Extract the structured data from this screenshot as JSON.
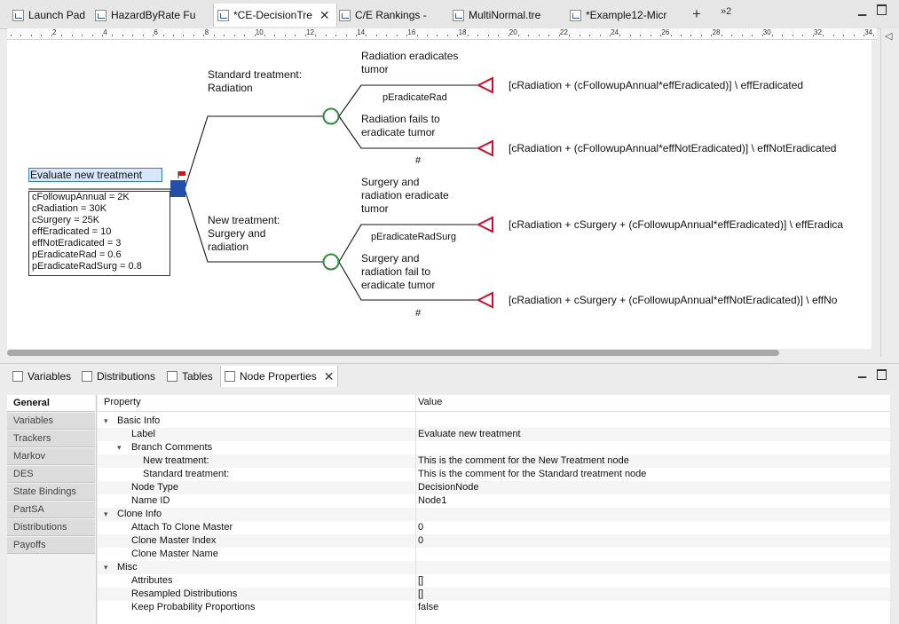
{
  "editor_tabs": [
    {
      "label": "Launch Pad"
    },
    {
      "label": "HazardByRate Fu"
    },
    {
      "label": "*CE-DecisionTre"
    },
    {
      "label": "C/E Rankings -"
    },
    {
      "label": "MultiNormal.tre"
    },
    {
      "label": "*Example12-Micr"
    }
  ],
  "overflow_count": "»2",
  "add_tab_symbol": "+",
  "ruler_numbers": [
    "2",
    "4",
    "6",
    "8",
    "10",
    "12",
    "14",
    "16",
    "18",
    "20",
    "22",
    "24",
    "26",
    "28",
    "30",
    "32",
    "34"
  ],
  "tree": {
    "root_label": "Evaluate new treatment",
    "variables": [
      "cFollowupAnnual = 2K",
      "cRadiation = 30K",
      "cSurgery = 25K",
      "effEradicated = 10",
      "effNotEradicated = 3",
      "pEradicateRad = 0.6",
      "pEradicateRadSurg = 0.8"
    ],
    "branches": [
      {
        "label_lines": [
          "Standard treatment:",
          "Radiation"
        ],
        "outcomes": [
          {
            "label_lines": [
              "Radiation eradicates",
              "tumor"
            ],
            "prob": "pEradicateRad",
            "payoff": "[cRadiation + (cFollowupAnnual*effEradicated)] \\ effEradicated"
          },
          {
            "label_lines": [
              "Radiation fails to",
              "eradicate tumor"
            ],
            "prob": "#",
            "payoff": "[cRadiation + (cFollowupAnnual*effNotEradicated)] \\ effNotEradicated"
          }
        ]
      },
      {
        "label_lines": [
          "New treatment:",
          "Surgery and",
          "radiation"
        ],
        "outcomes": [
          {
            "label_lines": [
              "Surgery and",
              "radiation eradicate",
              "tumor"
            ],
            "prob": "pEradicateRadSurg",
            "payoff": "[cRadiation + cSurgery + (cFollowupAnnual*effEradicated)] \\ effEradica"
          },
          {
            "label_lines": [
              "Surgery and",
              "radiation fail to",
              "eradicate tumor"
            ],
            "prob": "#",
            "payoff": "[cRadiation + cSurgery + (cFollowupAnnual*effNotEradicated)] \\ effNo"
          }
        ]
      }
    ],
    "colors": {
      "decision_node": "#2250a8",
      "chance_node": "#2e8b3e",
      "terminal_node": "#c8102e",
      "flag": "#d4121c"
    }
  },
  "view_tabs": [
    {
      "label": "Variables"
    },
    {
      "label": "Distributions"
    },
    {
      "label": "Tables"
    },
    {
      "label": "Node Properties"
    }
  ],
  "side_tabs": [
    "General",
    "Variables",
    "Trackers",
    "Markov",
    "DES",
    "State Bindings",
    "PartSA",
    "Distributions",
    "Payoffs"
  ],
  "property_table": {
    "col_property": "Property",
    "col_value": "Value",
    "rows": [
      {
        "indent": 0,
        "twisty": "v",
        "name": "Basic Info",
        "value": ""
      },
      {
        "indent": 1,
        "twisty": "",
        "name": "Label",
        "value": "Evaluate new treatment"
      },
      {
        "indent": 1,
        "twisty": "v",
        "name": "Branch Comments",
        "value": ""
      },
      {
        "indent": 2,
        "twisty": "",
        "name": "New treatment:",
        "value": "This is the comment for the New Treatment node"
      },
      {
        "indent": 2,
        "twisty": "",
        "name": "Standard treatment:",
        "value": "This is the comment for the Standard treatment node"
      },
      {
        "indent": 1,
        "twisty": "",
        "name": "Node Type",
        "value": "DecisionNode"
      },
      {
        "indent": 1,
        "twisty": "",
        "name": "Name ID",
        "value": "Node1"
      },
      {
        "indent": 0,
        "twisty": "v",
        "name": "Clone Info",
        "value": ""
      },
      {
        "indent": 1,
        "twisty": "",
        "name": "Attach To Clone Master",
        "value": "0"
      },
      {
        "indent": 1,
        "twisty": "",
        "name": "Clone Master Index",
        "value": "0"
      },
      {
        "indent": 1,
        "twisty": "",
        "name": "Clone Master Name",
        "value": ""
      },
      {
        "indent": 0,
        "twisty": "v",
        "name": "Misc",
        "value": ""
      },
      {
        "indent": 1,
        "twisty": "",
        "name": "Attributes",
        "value": "[]"
      },
      {
        "indent": 1,
        "twisty": "",
        "name": "Resampled Distributions",
        "value": "[]"
      },
      {
        "indent": 1,
        "twisty": "",
        "name": "Keep Probability Proportions",
        "value": "false"
      }
    ]
  }
}
